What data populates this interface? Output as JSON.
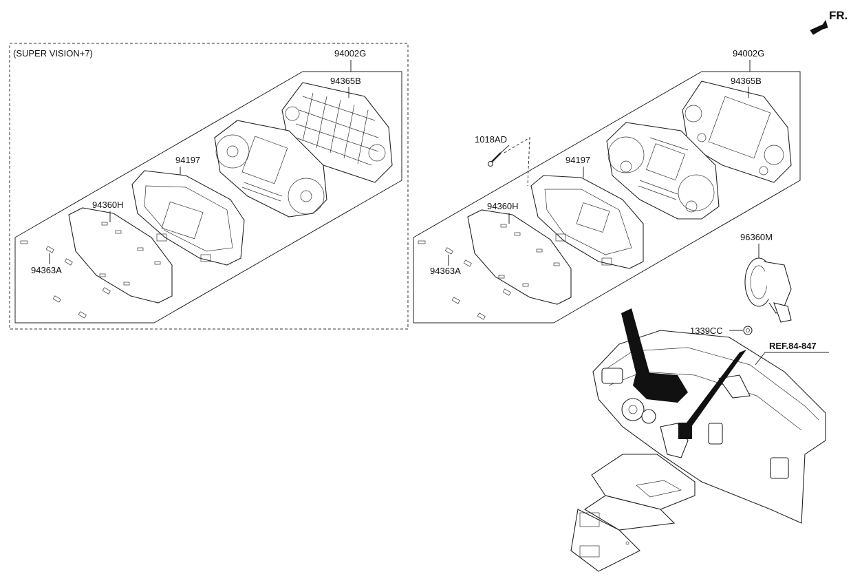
{
  "header": {
    "direction_label": "FR."
  },
  "left_group": {
    "variant_label": "(SUPER VISION+7)",
    "assembly_label": "94002G",
    "parts": {
      "housing": "94365B",
      "gauge_face": "94197",
      "lens_frame": "94360H",
      "clip": "94363A"
    }
  },
  "right_group": {
    "assembly_label": "94002G",
    "parts": {
      "housing": "94365B",
      "gauge_face": "94197",
      "lens_frame": "94360H",
      "clip": "94363A",
      "screw": "1018AD"
    }
  },
  "extras": {
    "speaker": "96360M",
    "nut": "1339CC",
    "reference": "REF.84-847"
  }
}
